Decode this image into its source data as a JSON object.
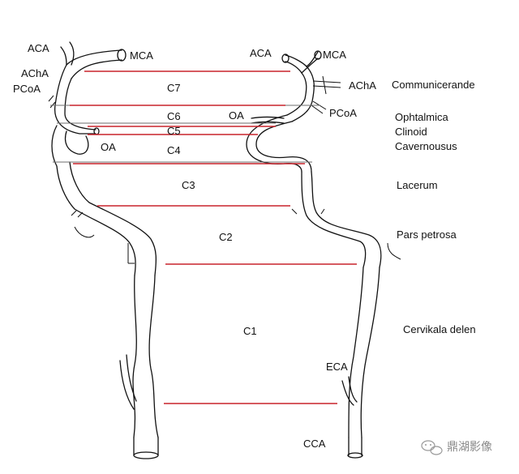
{
  "labels_left": {
    "aca": "ACA",
    "mca": "MCA",
    "acha": "AChA",
    "pcoa": "PCoA",
    "oa": "OA"
  },
  "labels_right": {
    "aca": "ACA",
    "mca": "MCA",
    "acha": "AChA",
    "pcoa": "PCoA",
    "oa": "OA",
    "eca": "ECA",
    "cca": "CCA"
  },
  "segments": {
    "c7": "C7",
    "c6": "C6",
    "c5": "C5",
    "c4": "C4",
    "c3": "C3",
    "c2": "C2",
    "c1": "C1"
  },
  "regions": {
    "communicerande": "Communicerande",
    "ophtalmica": "Ophtalmica",
    "clinoid": "Clinoid",
    "cavernousus": "Cavernousus",
    "lacerum": "Lacerum",
    "pars_petrosa": "Pars petrosa",
    "cervikala_delen": "Cervikala delen"
  },
  "watermark": "鼎湖影像",
  "colors": {
    "boundary_line": "#c8232c",
    "vessel_outline": "#111111"
  }
}
